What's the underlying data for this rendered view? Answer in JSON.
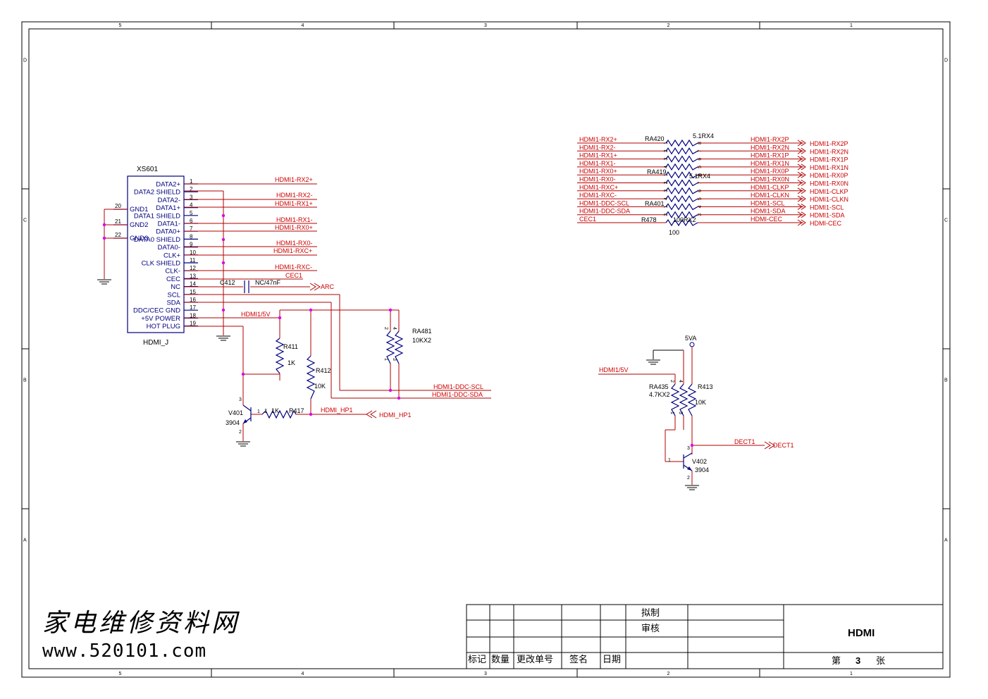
{
  "border": {
    "cols_top": [
      "5",
      "4",
      "3",
      "2",
      "1"
    ],
    "cols_bottom": [
      "5",
      "4",
      "3",
      "2",
      "1"
    ],
    "rows_left": [
      "D",
      "C",
      "B",
      "A"
    ],
    "rows_right": [
      "D",
      "C",
      "B",
      "A"
    ]
  },
  "connector": {
    "ref": "XS601",
    "type": "HDMI_J",
    "pins": [
      {
        "n": "1",
        "name": "DATA2+",
        "net": "HDMI1-RX2+"
      },
      {
        "n": "2",
        "name": "DATA2 SHIELD",
        "net": ""
      },
      {
        "n": "3",
        "name": "DATA2-",
        "net": "HDMI1-RX2-"
      },
      {
        "n": "4",
        "name": "DATA1+",
        "net": "HDMI1-RX1+"
      },
      {
        "n": "5",
        "name": "DATA1 SHIELD",
        "net": ""
      },
      {
        "n": "6",
        "name": "DATA1-",
        "net": "HDMI1-RX1-"
      },
      {
        "n": "7",
        "name": "DATA0+",
        "net": "HDMI1-RX0+"
      },
      {
        "n": "8",
        "name": "DATA0 SHIELD",
        "net": ""
      },
      {
        "n": "9",
        "name": "DATA0-",
        "net": "HDMI1-RX0-"
      },
      {
        "n": "10",
        "name": "CLK+",
        "net": "HDMI1-RXC+"
      },
      {
        "n": "11",
        "name": "CLK SHIELD",
        "net": ""
      },
      {
        "n": "12",
        "name": "CLK-",
        "net": "HDMI1-RXC-"
      },
      {
        "n": "13",
        "name": "CEC",
        "net": "CEC1"
      },
      {
        "n": "14",
        "name": "NC",
        "net": ""
      },
      {
        "n": "15",
        "name": "SCL",
        "net": ""
      },
      {
        "n": "16",
        "name": "SDA",
        "net": ""
      },
      {
        "n": "17",
        "name": "DDC/CEC GND",
        "net": ""
      },
      {
        "n": "18",
        "name": "+5V POWER",
        "net": "HDMI1/5V"
      },
      {
        "n": "19",
        "name": "HOT PLUG",
        "net": ""
      }
    ],
    "gnd_pins": [
      {
        "n": "20",
        "name": "GND1"
      },
      {
        "n": "21",
        "name": "GND2"
      },
      {
        "n": "22",
        "name": "GND3"
      }
    ]
  },
  "parts": {
    "c412_ref": "C412",
    "c412_val": "NC/47nF",
    "arc": "ARC",
    "r411_ref": "R411",
    "r411_val": "1K",
    "r412_ref": "R412",
    "r412_val": "10K",
    "ra481_ref": "RA481",
    "ra481_val": "10KX2",
    "ra481_p1": "1",
    "ra481_p2": "2",
    "ra481_p3": "3",
    "ra481_p4": "4",
    "v401_ref": "V401",
    "v401_val": "3904",
    "v401_p1": "1",
    "v401_p2": "2",
    "v401_p3": "3",
    "r417_ref": "R417",
    "r417_val": "1K",
    "r417_p": "1",
    "hp_net": "HDMI_HP1",
    "hp_port": "HDMI_HP1",
    "ddc_scl": "HDMI1-DDC-SCL",
    "ddc_sda": "HDMI1-DDC-SDA",
    "hdmi5v": "HDMI1/5V",
    "ra420_ref": "RA420",
    "ra420_val": "5.1RX4",
    "ra419_ref": "RA419",
    "ra419_val": "5.1RX4",
    "ra401_ref": "RA401",
    "ra401_val": "100RX2",
    "r478_ref": "R478",
    "r478_val": "100",
    "ra435_ref": "RA435",
    "ra435_val": "4.7KX2",
    "ra435_p1": "1",
    "ra435_p2": "2",
    "ra435_p3": "3",
    "ra435_p4": "4",
    "r413_ref": "R413",
    "r413_val": "10K",
    "v402_ref": "V402",
    "v402_val": "3904",
    "v402_p1": "1",
    "v402_p2": "2",
    "v402_p3": "3",
    "vcc": "5VA",
    "dect_net": "DECT1",
    "dect_port": "DECT1",
    "hdmi5v_2": "HDMI1/5V"
  },
  "resnet": {
    "left": [
      "HDMI1-RX2+",
      "HDMI1-RX2-",
      "HDMI1-RX1+",
      "HDMI1-RX1-",
      "HDMI1-RX0+",
      "HDMI1-RX0-",
      "HDMI1-RXC+",
      "HDMI1-RXC-",
      "HDMI1-DDC-SCL",
      "HDMI1-DDC-SDA",
      "CEC1"
    ],
    "mid": [
      "HDMI1-RX2P",
      "HDMI1-RX2N",
      "HDMI1-RX1P",
      "HDMI1-RX1N",
      "HDMI1-RX0P",
      "HDMI1-RX0N",
      "HDMI1-CLKP",
      "HDMI1-CLKN",
      "HDMI1-SCL",
      "HDMI1-SDA",
      "HDMI-CEC"
    ],
    "ports": [
      "HDMI1-RX2P",
      "HDMI1-RX2N",
      "HDMI1-RX1P",
      "HDMI1-RX1N",
      "HDMI1-RX0P",
      "HDMI1-RX0N",
      "HDMI1-CLKP",
      "HDMI1-CLKN",
      "HDMI1-SCL",
      "HDMI1-SDA",
      "HDMI-CEC"
    ],
    "pin_l": [
      "1",
      "2",
      "3",
      "4",
      "1",
      "2",
      "3",
      "4",
      "1",
      "2",
      ""
    ],
    "pin_r": [
      "8",
      "7",
      "6",
      "5",
      "8",
      "7",
      "6",
      "5",
      "4",
      "3",
      ""
    ]
  },
  "title_block": {
    "draft": "拟制",
    "review": "审核",
    "col_mark": "标记",
    "col_qty": "数量",
    "col_change": "更改单号",
    "col_sign": "签名",
    "col_date": "日期",
    "title": "HDMI",
    "sheet_prefix": "第",
    "sheet_no": "3",
    "sheet_suffix": "张"
  },
  "watermark": {
    "line1": "家电维修资料网",
    "line2": "www.520101.com"
  }
}
